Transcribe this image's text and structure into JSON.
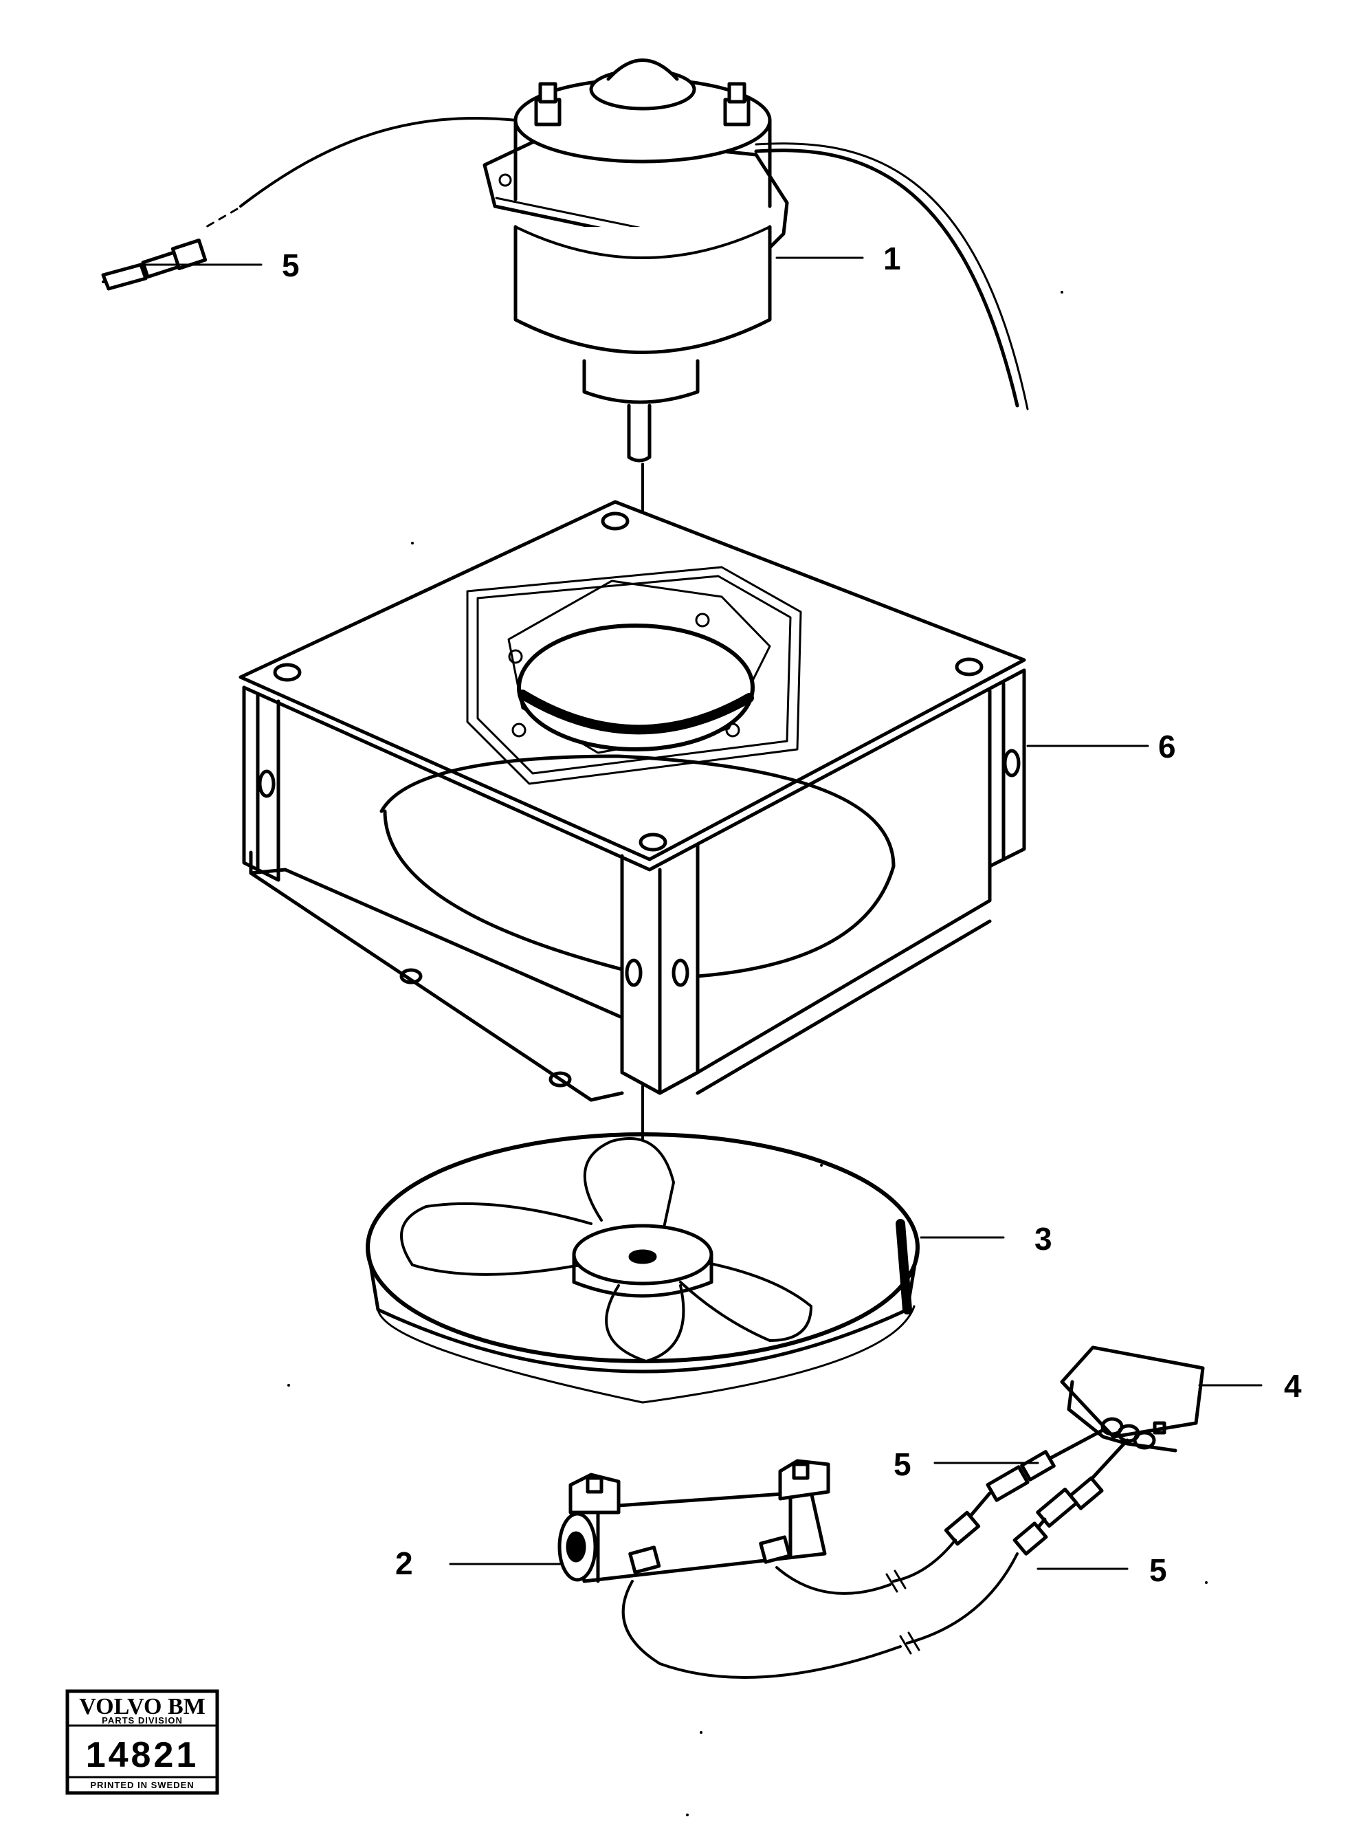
{
  "callouts": [
    {
      "id": "part-1",
      "label": "1"
    },
    {
      "id": "part-2",
      "label": "2"
    },
    {
      "id": "part-3",
      "label": "3"
    },
    {
      "id": "part-4",
      "label": "4"
    },
    {
      "id": "part-5a",
      "label": "5"
    },
    {
      "id": "part-5b",
      "label": "5"
    },
    {
      "id": "part-5c",
      "label": "5"
    },
    {
      "id": "part-6",
      "label": "6"
    }
  ],
  "stamp": {
    "brand": "VOLVO BM",
    "division": "PARTS DIVISION",
    "number": "14821",
    "footer": "PRINTED IN SWEDEN"
  },
  "colors": {
    "ink": "#000000",
    "paper": "#ffffff"
  }
}
